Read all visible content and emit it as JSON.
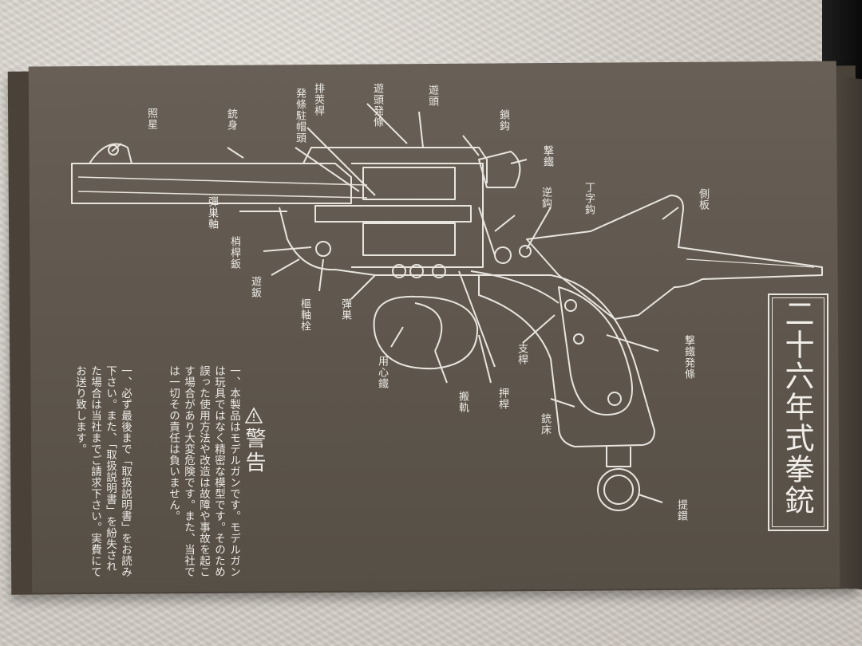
{
  "title": "二十六年式拳銃",
  "warning": {
    "heading": "警告",
    "icon": "warning-triangle-icon",
    "notice_1": "一、本製品はモデルガンです。モデルガンは玩具ではなく精密な模型です。そのため誤った使用方法や改造は故障や事故を起こす場合があり大変危険です。また、当社では一切その責任は負いません。",
    "notice_2": "一、必ず最後まで「取扱説明書」をお読み下さい。また、「取扱説明書」を紛失された場合は当社までご請求下さい。実費にてお送り致します。"
  },
  "parts": {
    "front_sight": "照星",
    "barrel": "銃身",
    "ejector_rod_head": "発條駐帽頭",
    "ejector_rod": "排莢桿",
    "trigger_spring": "遊頭発條",
    "firing_pin": "遊頭",
    "latch_hook": "鎖鈎",
    "hammer": "撃鐵",
    "sear": "逆鈎",
    "t_hook": "丁字鈎",
    "side_plate": "側板",
    "cylinder_axis": "彈巣軸",
    "lever_plate": "梢桿鈑",
    "guard_plate": "遊鈑",
    "hinge_pin": "樞軸栓",
    "cylinder": "彈巣",
    "trigger_guard": "用心鐵",
    "pawl": "搬軌",
    "push_rod": "押桿",
    "support_rod": "支桿",
    "hammer_spring": "撃鐵発條",
    "frame": "銃床",
    "lanyard_ring": "提鐶"
  },
  "colors": {
    "box": "#5e564c",
    "line": "#e8e4de",
    "background": "#d6d1ca"
  }
}
